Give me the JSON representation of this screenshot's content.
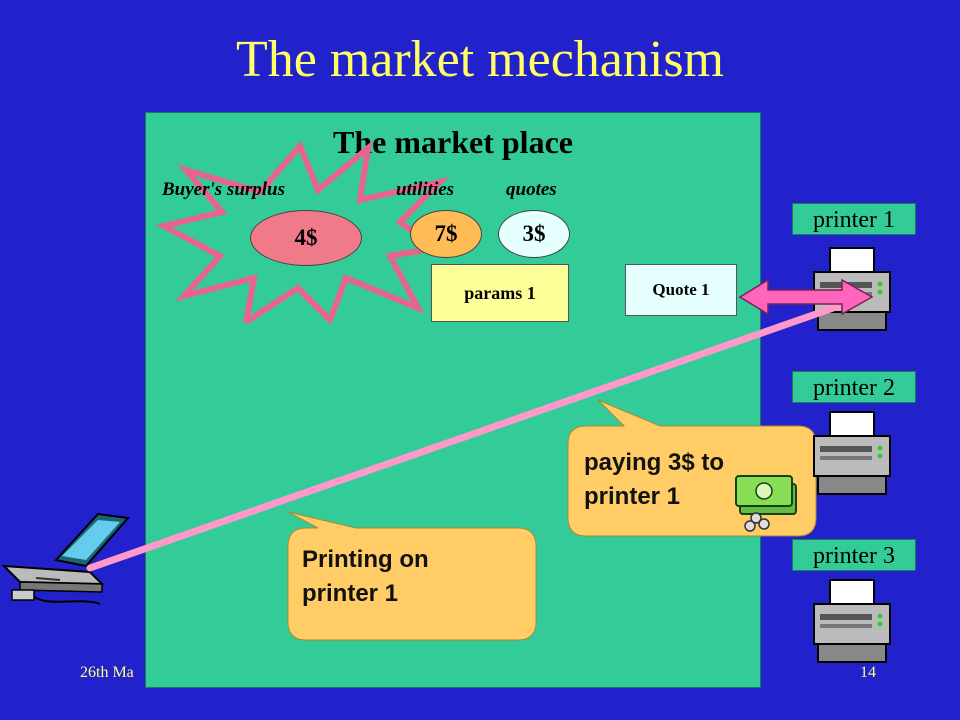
{
  "title": "The market mechanism",
  "market_place": {
    "title": "The market place",
    "column_labels": {
      "buyers_surplus": "Buyer's surplus",
      "utilities": "utilities",
      "quotes": "quotes"
    },
    "surplus_value": "4$",
    "utility_value": "7$",
    "quote_value": "3$",
    "params_label": "params 1",
    "quote_box_label": "Quote 1"
  },
  "printers": [
    {
      "label": "printer 1"
    },
    {
      "label": "printer 2"
    },
    {
      "label": "printer 3"
    }
  ],
  "callouts": {
    "payment": "paying 3$ to\nprinter 1",
    "printing": "Printing on\nprinter 1"
  },
  "footer": {
    "date_fragment": "26th Ma",
    "page_number": "14"
  },
  "colors": {
    "background": "#2222cc",
    "title": "#ffff66",
    "panel": "#33cc99",
    "starburst_stroke": "#e8648c",
    "surplus_oval": "#f07a8a",
    "utility_oval": "#ffbb55",
    "quote_oval": "#e6ffff",
    "params_box": "#ffff99",
    "quote_box": "#e6ffff",
    "callout_fill": "#ffcc66",
    "connection_line": "#ff99cc",
    "printer_label_bg": "#33cc99"
  },
  "icons": [
    "laptop-icon",
    "printer-icon",
    "money-icon",
    "starburst-shape",
    "double-arrow"
  ]
}
